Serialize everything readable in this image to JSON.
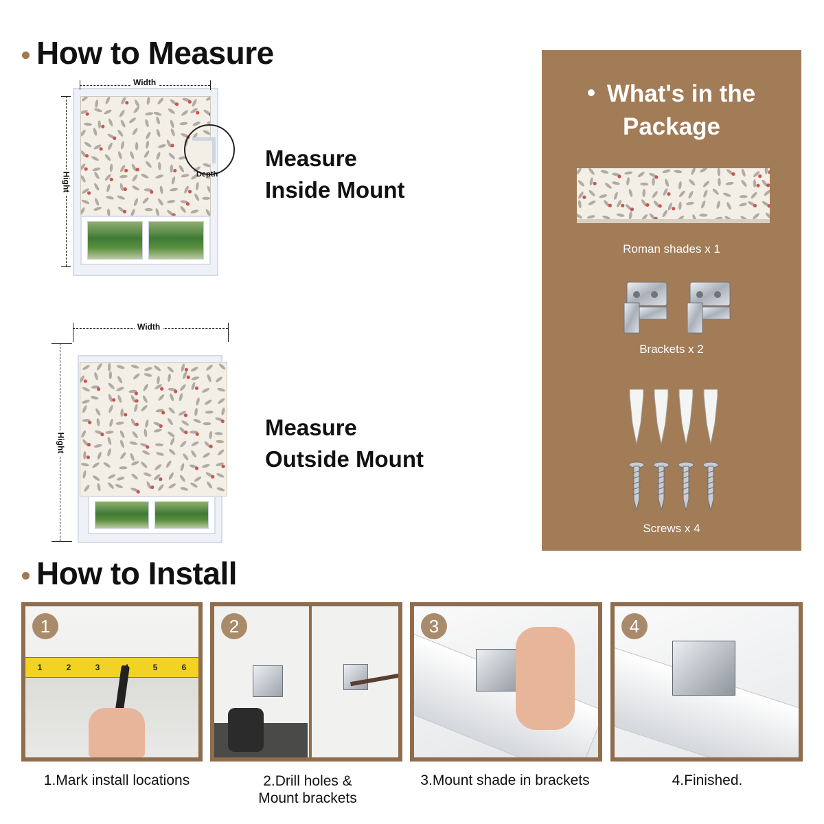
{
  "headings": {
    "measure": "How to Measure",
    "install": "How to Install"
  },
  "inside_mount": {
    "width_label": "Width",
    "height_label": "Hight",
    "depth_label": "Depth",
    "title_line1": "Measure",
    "title_line2": "Inside Mount"
  },
  "outside_mount": {
    "width_label": "Width",
    "height_label": "Hight",
    "title_line1": "Measure",
    "title_line2": "Outside Mount"
  },
  "package": {
    "title_line1": "What's in the",
    "title_line2": "Package",
    "items": [
      {
        "label": "Roman shades x 1",
        "icon": "roman-shade-icon"
      },
      {
        "label": "Brackets x 2",
        "icon": "bracket-icon"
      },
      {
        "label": "Screws x 4",
        "icon": "screw-anchor-icon"
      }
    ]
  },
  "steps": [
    {
      "number": "1",
      "caption": "1.Mark install locations"
    },
    {
      "number": "2",
      "caption_line1": "2.Drill holes &",
      "caption_line2": "Mount brackets"
    },
    {
      "number": "3",
      "caption": "3.Mount shade in brackets"
    },
    {
      "number": "4",
      "caption": "4.Finished."
    }
  ],
  "tape_numbers": [
    "1",
    "2",
    "3",
    "4",
    "5",
    "6"
  ],
  "colors": {
    "accent_brown": "#a27b57",
    "step_border": "#8e6d4d",
    "shade_background": "#f3efe6",
    "berry_red": "#c8574f",
    "leaf_gray": "#9a958a"
  }
}
